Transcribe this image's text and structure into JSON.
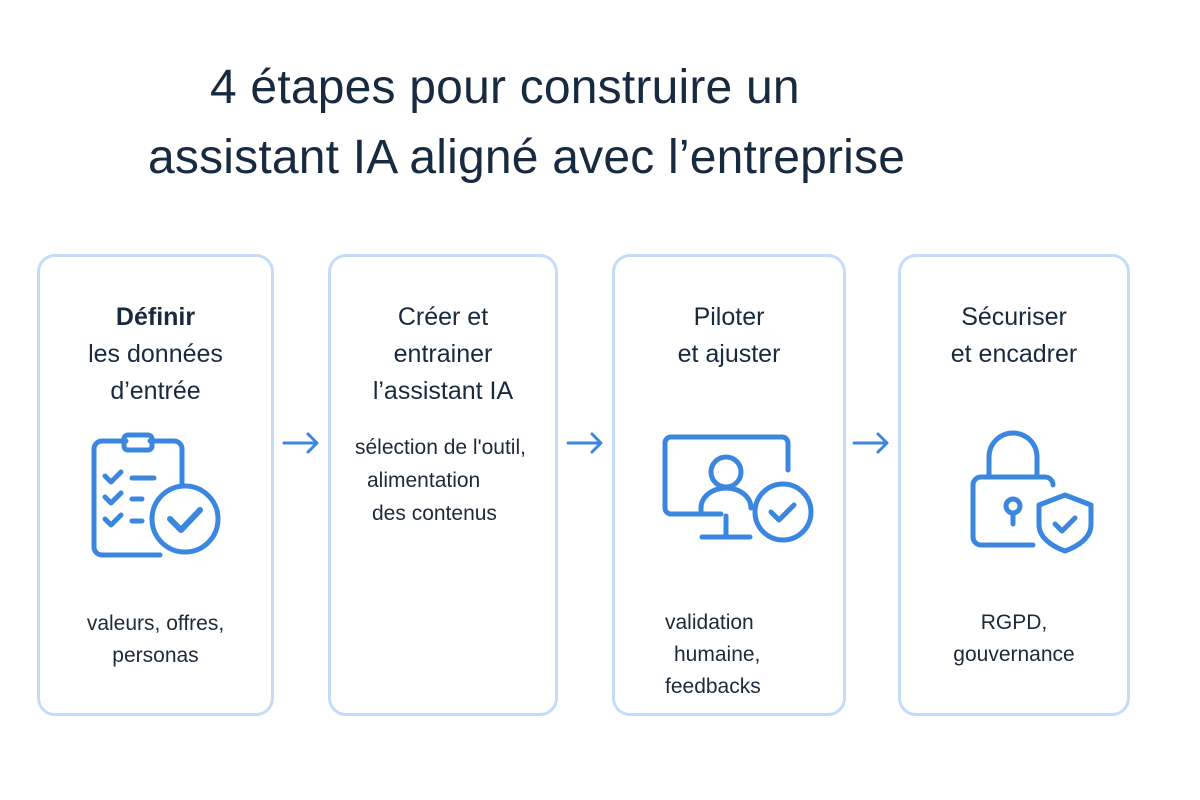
{
  "title": {
    "line1": "4 étapes pour construire un",
    "line2": "assistant IA aligné avec l’entreprise"
  },
  "colors": {
    "accent": "#3b87e0",
    "card_border": "#c4dcf8",
    "heading_text": "#172a40",
    "background": "#ffffff"
  },
  "steps": [
    {
      "heading_lines": [
        "Définir",
        "les données",
        "d’entrée"
      ],
      "icon": "clipboard-checklist-icon",
      "description_lines": [
        "valeurs, offres,",
        "personas"
      ]
    },
    {
      "heading_lines": [
        "Créer et",
        "entrainer",
        "l’assistant IA"
      ],
      "icon": null,
      "description_lines": [
        "sélection de l'outil,",
        "alimentation",
        "des contenus"
      ]
    },
    {
      "heading_lines": [
        "Piloter",
        "et ajuster"
      ],
      "icon": "monitor-user-check-icon",
      "description_lines": [
        "validation",
        "humaine,",
        "feedbacks"
      ]
    },
    {
      "heading_lines": [
        "Sécuriser",
        "et encadrer"
      ],
      "icon": "lock-shield-icon",
      "description_lines": [
        "RGPD,",
        "gouvernance"
      ]
    }
  ],
  "connectors": [
    {
      "icon": "arrow-right-icon"
    },
    {
      "icon": "arrow-right-icon"
    },
    {
      "icon": "arrow-right-icon"
    }
  ]
}
